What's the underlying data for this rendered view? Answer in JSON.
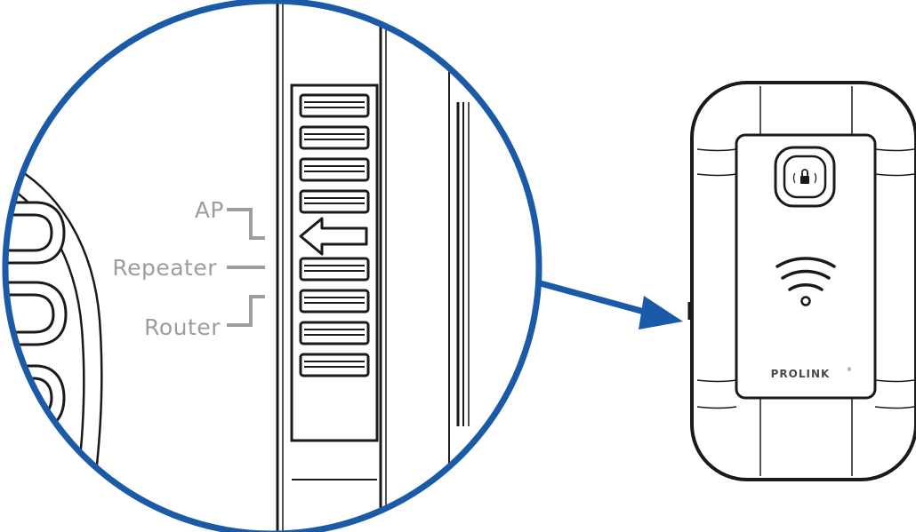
{
  "switch_labels": {
    "ap": "AP",
    "repeater": "Repeater",
    "router": "Router"
  },
  "device": {
    "brand": "PROLINK",
    "wps_button_icon": "lock-icon",
    "status_icon": "wifi-icon"
  },
  "colors": {
    "callout_blue": "#1a5aa6",
    "label_gray": "#9d9d9d",
    "line_black": "#1a1a1a"
  }
}
